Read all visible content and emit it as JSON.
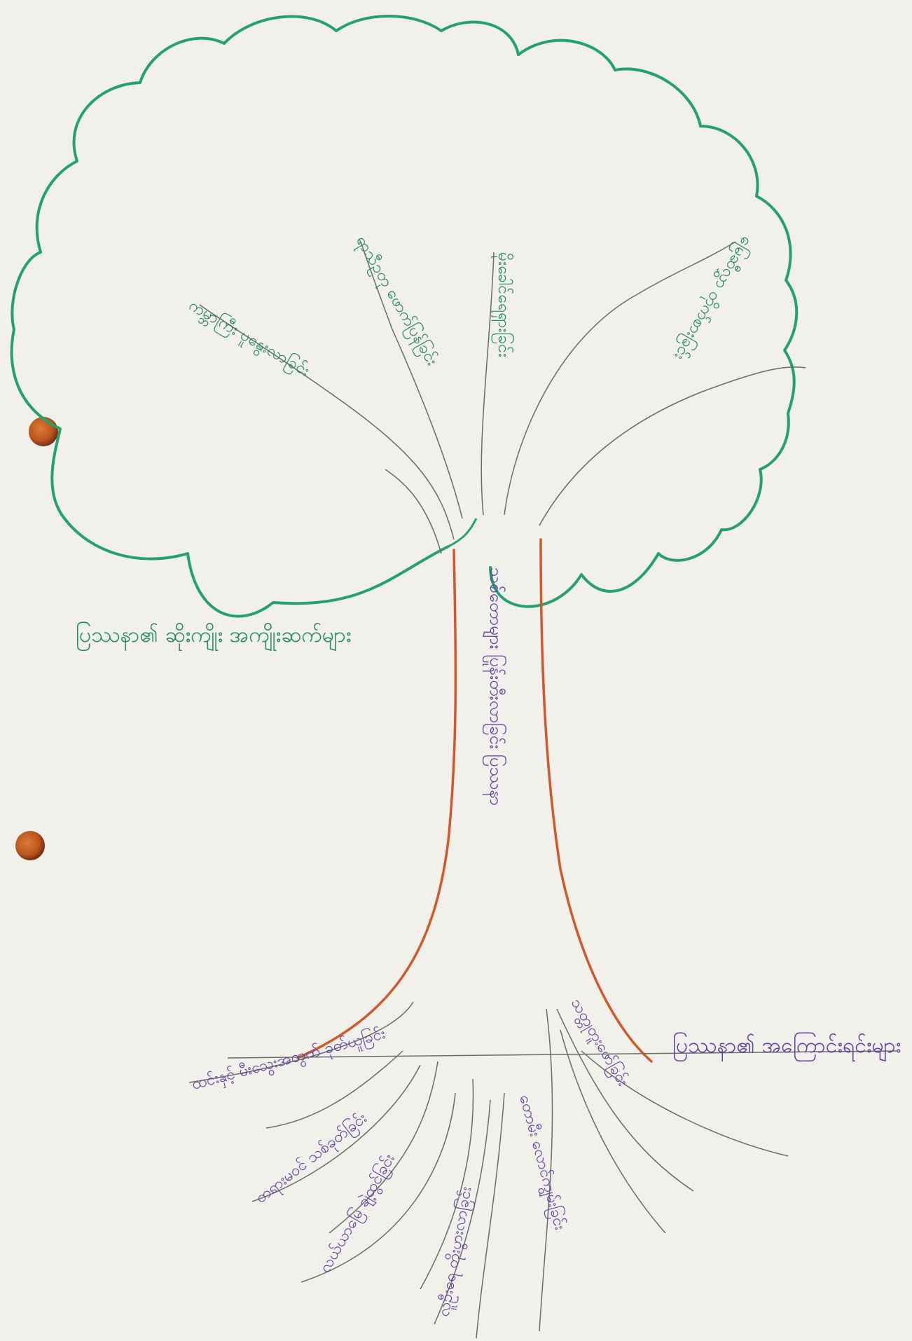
{
  "diagram": {
    "type": "problem-tree",
    "effects_label": "ပြဿနာ၏ ဆိုးကျိုး အကျိုးဆက်များ",
    "core_problem": "သစ်တောများ ပြုန်းတီးလာခြင်း ပြဿနာ",
    "causes_label": "ပြဿနာ၏ အကြောင်းရင်းများ",
    "effects": [
      "ကမ္ဘာကြီး ပူနွေးလာခြင်း",
      "ရာသီဥတု ဖောက်ပြန်ခြင်း",
      "မိုးခေါင်ရေရှားခြင်း",
      "မြေဆီလွှာ တိုက်စားခြင်း"
    ],
    "causes": [
      "ထင်းနှင့် မီးသွေးအတွက် ခုတ်ယူခြင်း",
      "တရားမဝင် သစ်ခုတ်ခြင်း",
      "လယ်ယာမြေ ချဲ့ထွင်ခြင်း",
      "လူဦးရေ တိုးပွားလာခြင်း",
      "တောမီး လောင်ကျွမ်းခြင်း",
      "သတ္တုတူးဖော်ခြင်း"
    ]
  },
  "colors": {
    "paper": "#f1f0ea",
    "crown": "#23a36b",
    "trunk": "#d0592c",
    "pencil": "#6b6b66",
    "green_ink": "#1f8a5c",
    "purple_ink": "#5a3fa6",
    "punch_hole": "#c0642a"
  }
}
